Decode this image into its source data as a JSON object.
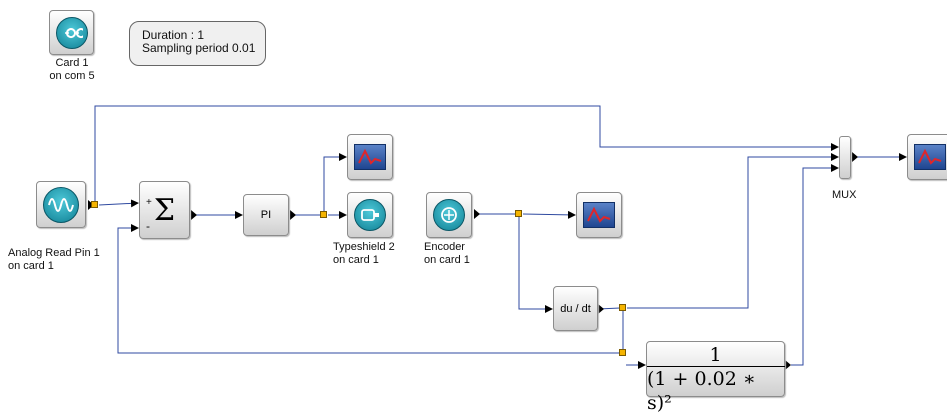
{
  "diagram": {
    "card_block": {
      "label_line1": "Card 1",
      "label_line2": "on com 5"
    },
    "config_note": {
      "line1": "Duration : 1",
      "line2": "Sampling period 0.01"
    },
    "analog_read": {
      "label_line1": "Analog Read Pin 1",
      "label_line2": "on card 1"
    },
    "sum_block": {
      "symbol": "Σ",
      "plus": "+",
      "minus": "-"
    },
    "pi_block": {
      "label": "PI"
    },
    "typeshield": {
      "label_line1": "Typeshield 2",
      "label_line2": "on card 1"
    },
    "encoder": {
      "label_line1": "Encoder",
      "label_line2": "on card 1"
    },
    "derivative_block": {
      "label": "du / dt"
    },
    "transfer_function": {
      "numerator": "1",
      "denominator": "(1 + 0.02 ∗ s)²"
    },
    "mux_block": {
      "label": "MUX"
    }
  },
  "colors": {
    "wire": "#2f4aa0",
    "split_point": "#f5b400",
    "block_fill": "#e6e6e6"
  }
}
